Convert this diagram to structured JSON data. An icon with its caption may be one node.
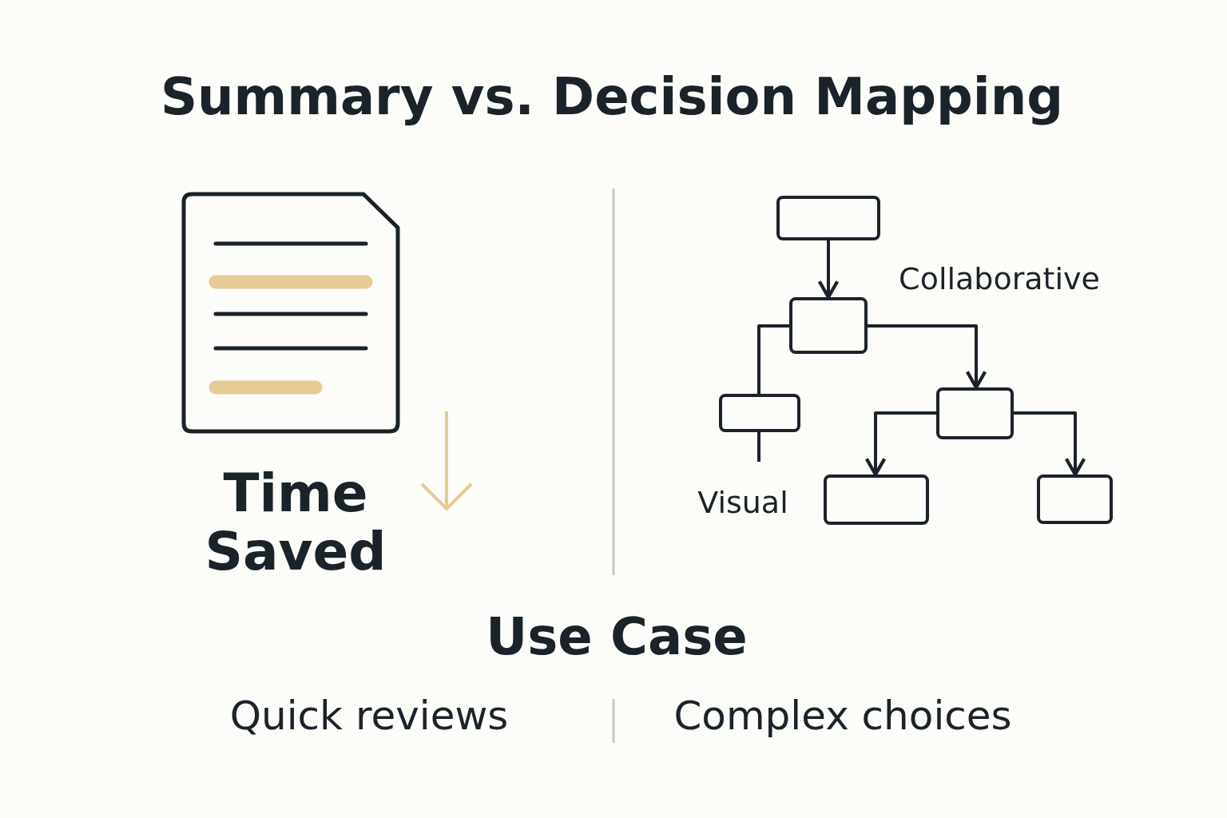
{
  "diagram": {
    "title": "Summary vs. Decision Mapping",
    "nodes": [
      {
        "text": [],
        "shape": "box"
      },
      {
        "text": [],
        "shape": "box"
      },
      {
        "text": [],
        "shape": "box"
      },
      {
        "text": [],
        "shape": "box"
      },
      {
        "text": [],
        "shape": "box"
      },
      {
        "text": [],
        "shape": "box"
      }
    ],
    "edges": [
      {
        "from": 0,
        "to": 1,
        "arrow": "to"
      },
      {
        "from": 1,
        "to": 2,
        "arrow": "none"
      },
      {
        "from": 2,
        "to": null,
        "arrow": "none"
      },
      {
        "from": 1,
        "to": 3,
        "arrow": "to"
      },
      {
        "from": 3,
        "to": 4,
        "arrow": "to"
      },
      {
        "from": 3,
        "to": 5,
        "arrow": "to"
      }
    ],
    "labels": [
      "Collaborative",
      "Time Saved",
      "Visual",
      "Use Case",
      "Quick reviews",
      "Complex choices"
    ]
  }
}
